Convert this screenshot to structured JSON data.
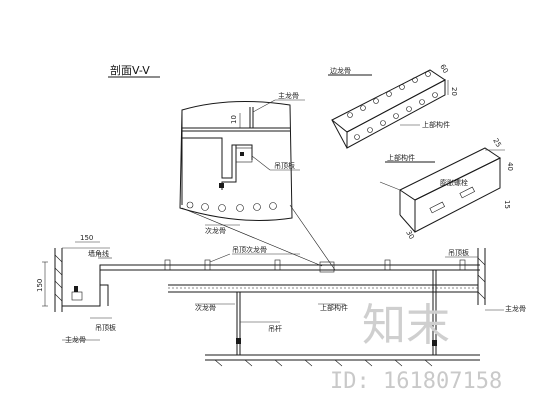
{
  "section_title": "剖面V-V",
  "labels": {
    "ceiling_panel": "吊顶板",
    "main_keel": "主龙骨",
    "side_keel": "边龙骨",
    "sub_keel": "次龙骨",
    "wall_angle": "墙角线",
    "hanger": "吊杆",
    "channel_top": "上部构件",
    "channel_side": "上部构件",
    "detail_main": "主龙骨",
    "detail_panel": "吊顶板",
    "keel_label": "吊顶次龙骨",
    "anchor": "膨胀螺栓"
  },
  "dimensions": {
    "d150": "150",
    "d150_top": "150",
    "d10": "10",
    "d20": "20",
    "d60": "60",
    "d25": "25",
    "d40": "40",
    "d15": "15",
    "d30": "30"
  },
  "watermark": {
    "brand": "知末",
    "id": "ID: 161807158"
  }
}
